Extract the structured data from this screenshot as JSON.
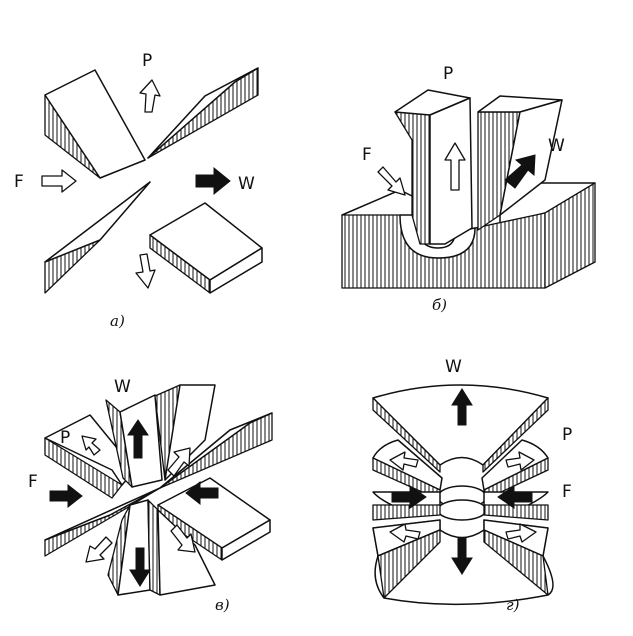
{
  "labels": {
    "P": "P",
    "F": "F",
    "W": "W"
  },
  "captions": {
    "a": "а)",
    "b": "б)",
    "v": "в)",
    "g": "г)"
  },
  "colors": {
    "ink": "#111111",
    "background": "#ffffff"
  }
}
